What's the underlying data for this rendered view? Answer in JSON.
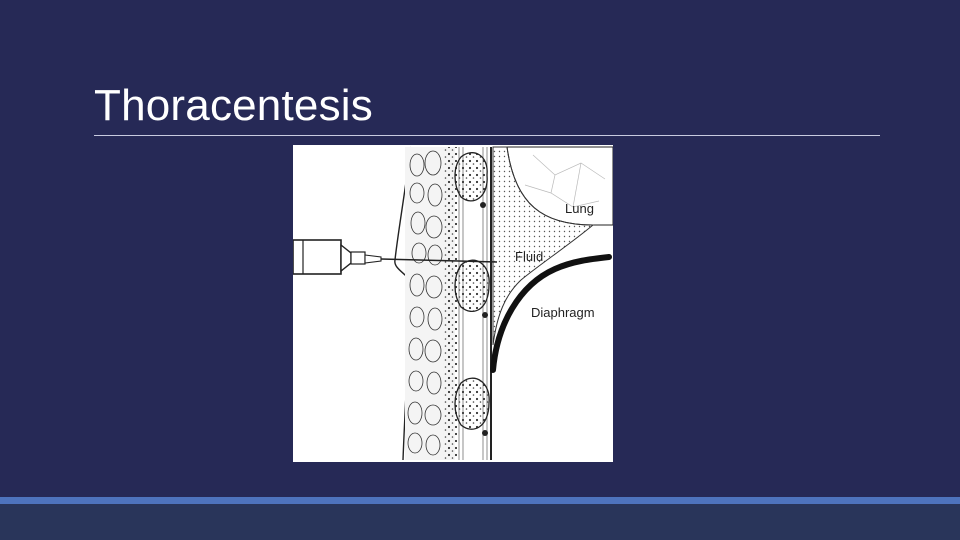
{
  "slide": {
    "title": "Thoracentesis"
  },
  "figure": {
    "labels": {
      "lung": "Lung",
      "fluid": "Fluid",
      "diaphragm": "Diaphragm"
    }
  },
  "colors": {
    "background": "#262956",
    "title_text": "#ffffff",
    "footer_stripe": "#4e73bd",
    "footer_bar": "#29355a"
  }
}
